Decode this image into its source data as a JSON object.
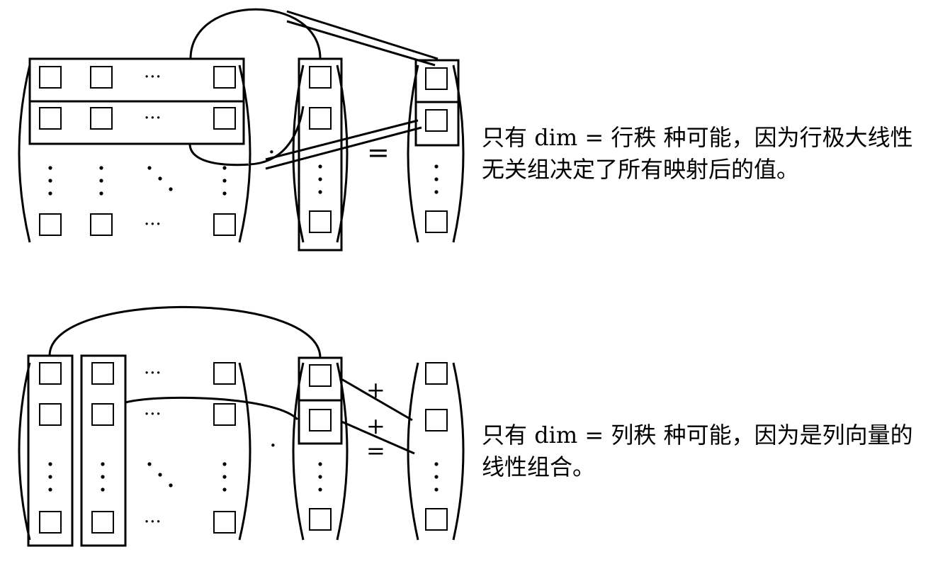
{
  "symbols": {
    "hdots": "···",
    "dot": "·",
    "equals": "=",
    "plus": "+"
  },
  "caption1": {
    "prefix": "只有 ",
    "math": "dim = ",
    "suffix": "行秩 种可能，因为行极大线性无关组决定了所有映射后的值。"
  },
  "caption2": {
    "prefix": "只有 ",
    "math": "dim = ",
    "suffix": "列秩 种可能，因为是列向量的线性组合。"
  },
  "colors": {
    "ink": "#000000",
    "background": "#ffffff"
  }
}
